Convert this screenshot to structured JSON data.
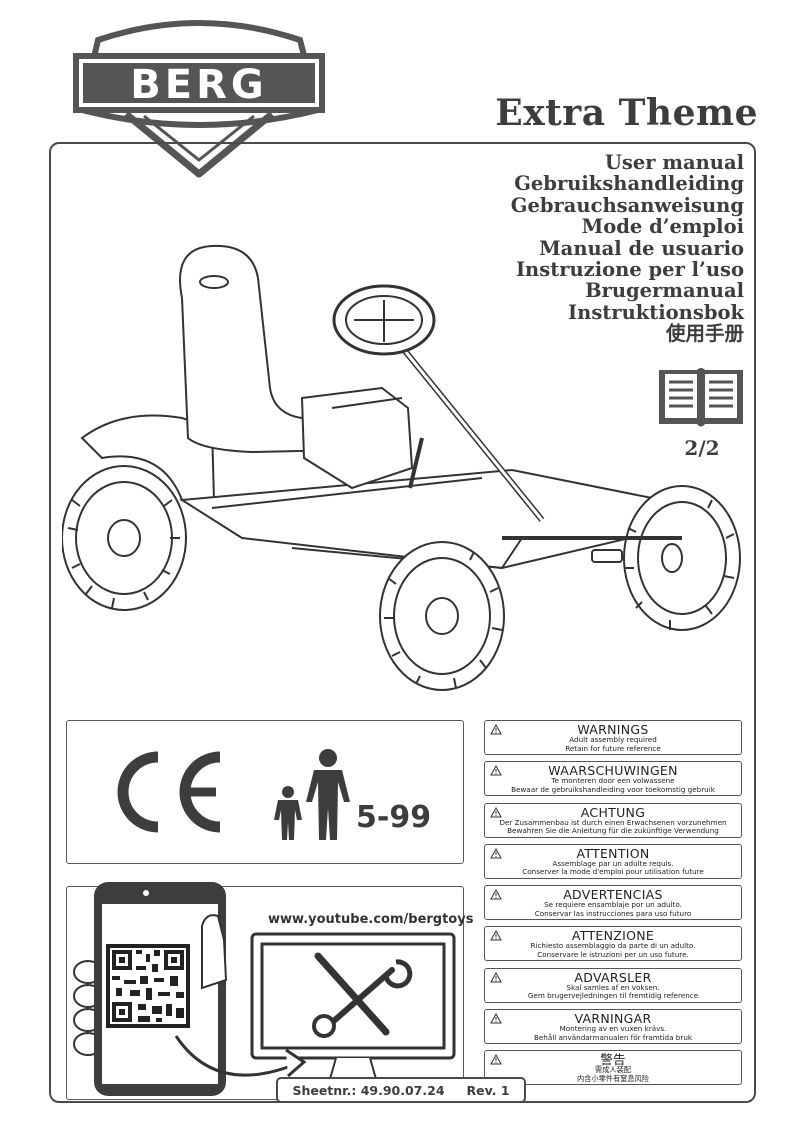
{
  "header": {
    "brand": "BERG",
    "product": "Extra Theme"
  },
  "titles": [
    "User manual",
    "Gebruikshandleiding",
    "Gebrauchsanweisung",
    "Mode d’emploi",
    "Manual de usuario",
    "Instruzione per l’uso",
    "Brugermanual",
    "Instruktionsbok",
    "使用手册"
  ],
  "part": "2/2",
  "certification": {
    "ce_icon": "ce-mark-icon",
    "age_range": "5-99"
  },
  "video": {
    "url": "www.youtube.com/bergtoys"
  },
  "warnings": [
    {
      "title": "WARNINGS",
      "line1": "Adult assembly required",
      "line2": "Retain for future reference"
    },
    {
      "title": "WAARSCHUWINGEN",
      "line1": "Te monteren door een volwassene",
      "line2": "Bewaar de gebruikshandleiding voor toekomstig gebruik"
    },
    {
      "title": "ACHTUNG",
      "line1": "Der Zusammenbau ist durch einen Erwachsenen vorzunehmen",
      "line2": "Bewahren Sie die Anleitung für die zukünftige Verwendung"
    },
    {
      "title": "ATTENTION",
      "line1": "Assemblage par un adulte requis.",
      "line2": "Conserver la mode d'emploi pour utilisation future"
    },
    {
      "title": "ADVERTENCIAS",
      "line1": "Se requiere ensamblaje por un adulto.",
      "line2": "Conservar las instrucciones para uso futuro"
    },
    {
      "title": "ATTENZIONE",
      "line1": "Richiesto assemblaggio da parte di un adulto.",
      "line2": "Conservare le istruzioni per un uso future."
    },
    {
      "title": "ADVARSLER",
      "line1": "Skal samles af en voksen.",
      "line2": "Gem brugervejledningen til fremtidig reference"
    },
    {
      "title": "VARNINGAR",
      "line1": "Montering av en vuxen krävs.",
      "line2": "Behåll användarmanualen för framtida bruk"
    },
    {
      "title": "警告",
      "line1": "需成人装配",
      "line2": "内含小零件有窒息风险"
    }
  ],
  "footer": {
    "sheet_label": "Sheetnr.:",
    "sheet_number": "49.90.07.24",
    "revision": "Rev. 1"
  }
}
